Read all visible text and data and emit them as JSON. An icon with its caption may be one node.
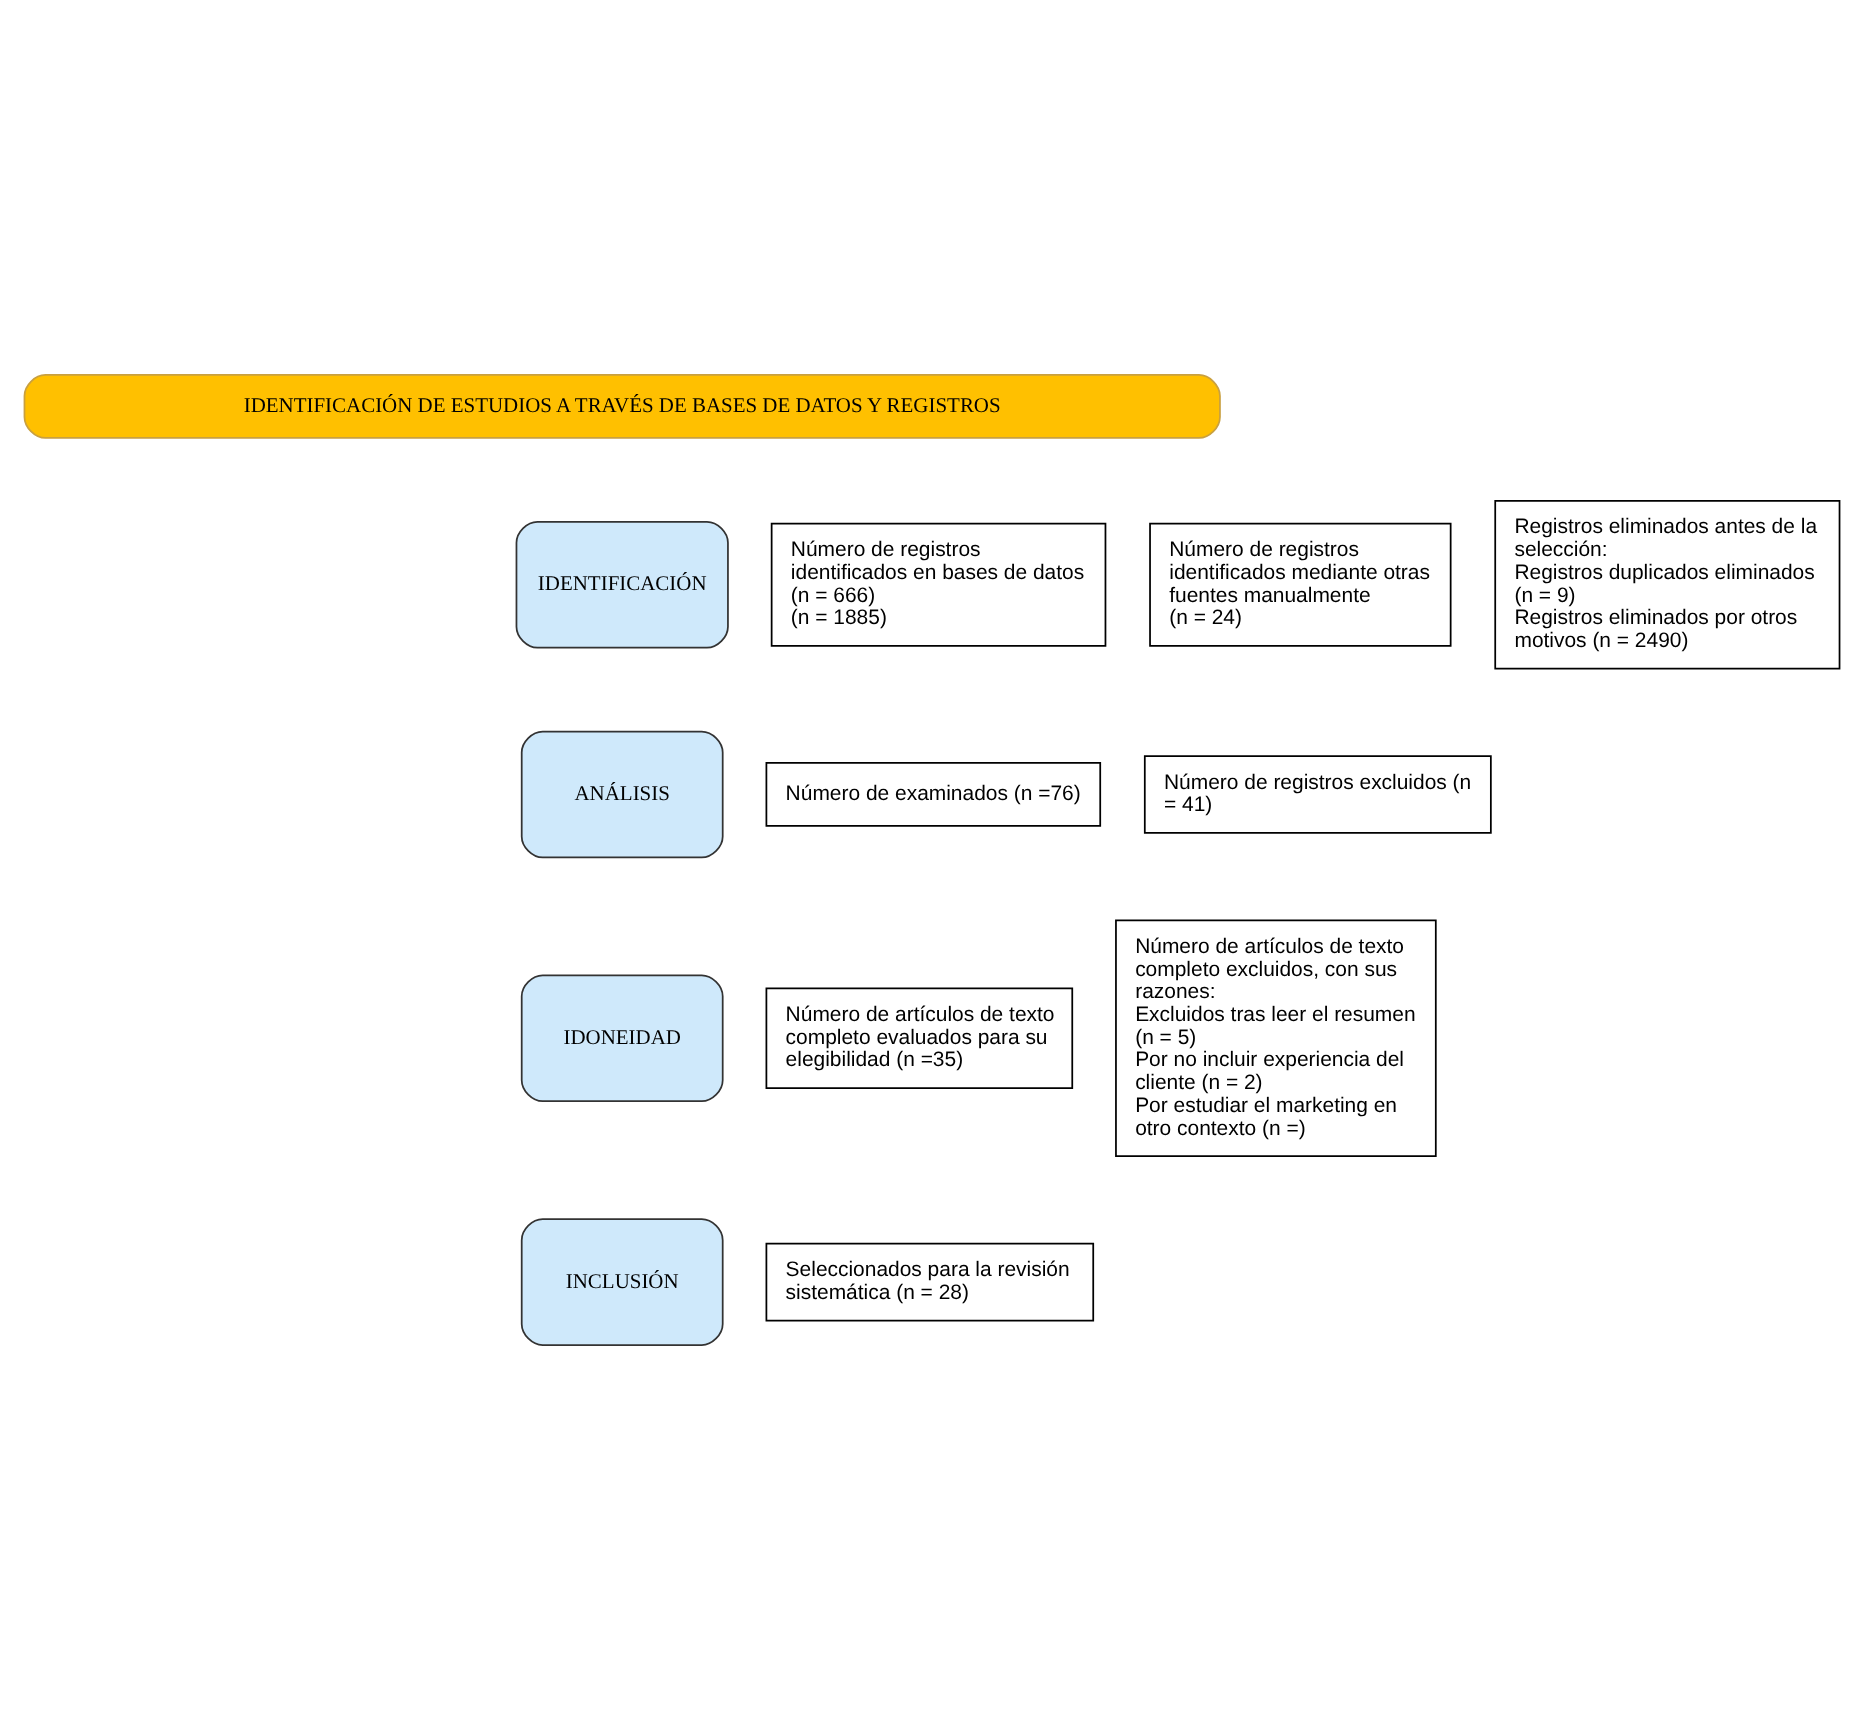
{
  "diagram": {
    "nodes": [
      {
        "text": [
          "IDENTIFICACIÓN DE ESTUDIOS A TRAVÉS DE BASES DE DATOS Y REGISTROS"
        ]
      },
      {
        "text": [
          "IDENTIFICACIÓN"
        ]
      },
      {
        "text": [
          "Número de registros identificados en bases de datos",
          "(n = 666)",
          "(n = 1885)"
        ]
      },
      {
        "text": [
          "Número de registros identificados mediante otras fuentes manualmente",
          "(n = 24)"
        ]
      },
      {
        "text": [
          "Registros eliminados antes de la selección:",
          "Registros duplicados eliminados (n = 9)",
          "Registros eliminados por otros motivos (n = 2490)"
        ]
      },
      {
        "text": [
          "ANÁLISIS"
        ]
      },
      {
        "text": [
          "Número de examinados (n =76)"
        ]
      },
      {
        "text": [
          "Número de registros excluidos (n = 41)"
        ]
      },
      {
        "text": [
          "IDONEIDAD"
        ]
      },
      {
        "text": [
          "Número de artículos de texto completo evaluados para su elegibilidad (n =35)"
        ]
      },
      {
        "text": [
          "Número de artículos de texto completo excluidos, con sus razones:",
          "Excluidos tras leer el resumen (n = 5)",
          "Por no incluir experiencia del cliente (n = 2)",
          "Por estudiar el marketing en otro contexto (n =)"
        ]
      },
      {
        "text": [
          "INCLUSIÓN"
        ]
      },
      {
        "text": [
          "Seleccionados para la revisión sistemática (n = 28)"
        ]
      }
    ],
    "edges": []
  }
}
